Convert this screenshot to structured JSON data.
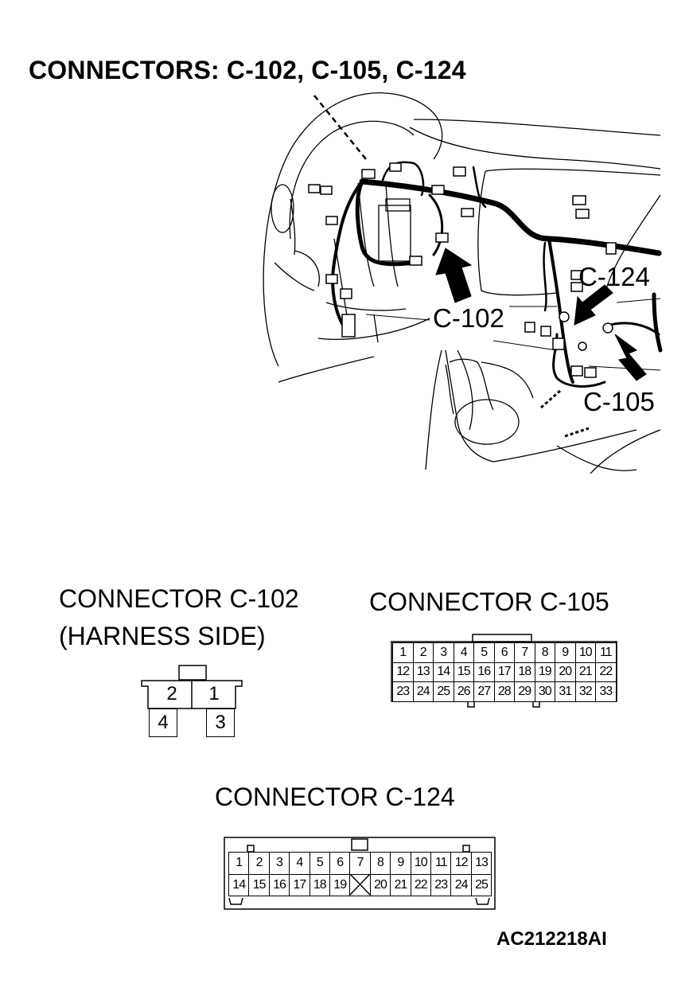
{
  "header": {
    "title": "CONNECTORS: C-102, C-105, C-124"
  },
  "illustration": {
    "callouts": {
      "c124": "C-124",
      "c102": "C-102",
      "c105": "C-105"
    }
  },
  "connectors": {
    "c102": {
      "title_line1": "CONNECTOR C-102",
      "title_line2": "(HARNESS SIDE)",
      "pins": [
        "2",
        "1",
        "4",
        "3"
      ]
    },
    "c105": {
      "title": "CONNECTOR C-105",
      "rows": [
        [
          "1",
          "2",
          "3",
          "4",
          "5",
          "6",
          "7",
          "8",
          "9",
          "10",
          "11"
        ],
        [
          "12",
          "13",
          "14",
          "15",
          "16",
          "17",
          "18",
          "19",
          "20",
          "21",
          "22"
        ],
        [
          "23",
          "24",
          "25",
          "26",
          "27",
          "28",
          "29",
          "30",
          "31",
          "32",
          "33"
        ]
      ]
    },
    "c124": {
      "title": "CONNECTOR C-124",
      "rows": [
        [
          "1",
          "2",
          "3",
          "4",
          "5",
          "6",
          "7",
          "8",
          "9",
          "10",
          "11",
          "12",
          "13"
        ],
        [
          "14",
          "15",
          "16",
          "17",
          "18",
          "19",
          "",
          "20",
          "21",
          "22",
          "23",
          "24",
          "25"
        ]
      ]
    }
  },
  "footer": {
    "code": "AC212218AI"
  }
}
